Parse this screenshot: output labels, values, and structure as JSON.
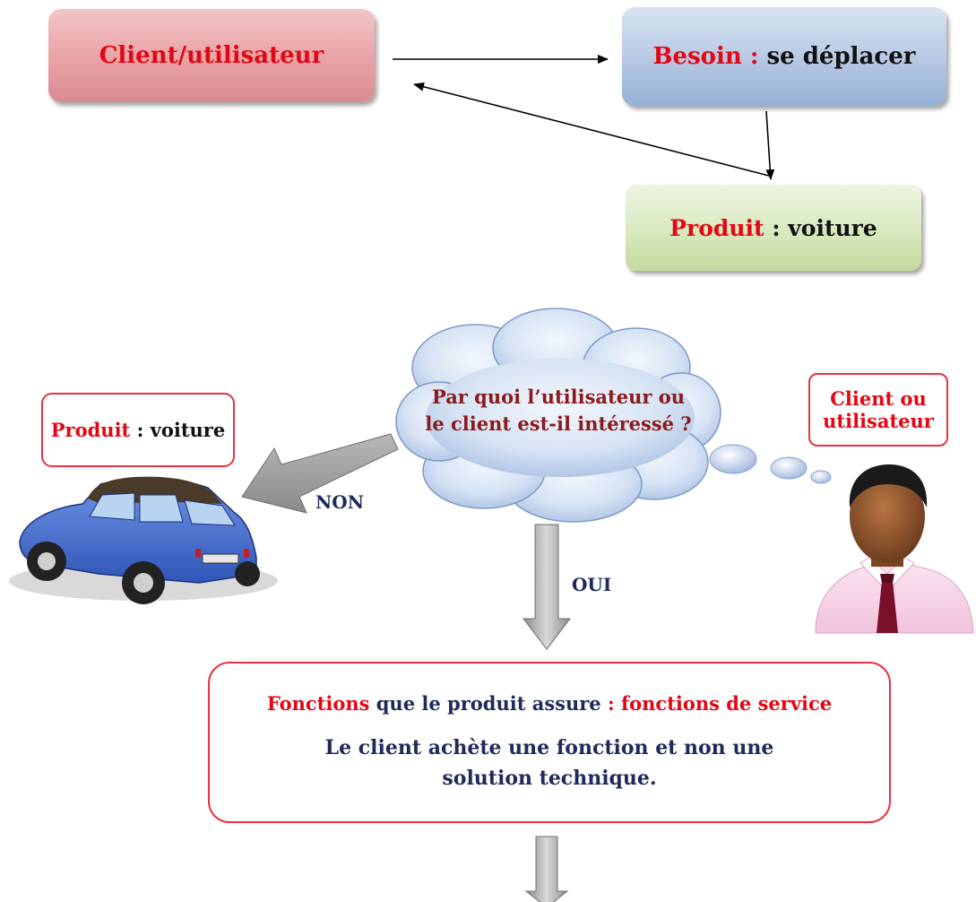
{
  "top": {
    "client_label": "Client/utilisateur",
    "besoin_key": "Besoin :",
    "besoin_value": " se déplacer",
    "produit_key": "Produit",
    "produit_value": " : voiture"
  },
  "middle": {
    "cloud_line1": "Par quoi l’utilisateur ou",
    "cloud_line2": "le client est-il intéressé ?",
    "produit_key": "Produit",
    "produit_value": " : voiture",
    "client_line1": "Client ou",
    "client_line2": "utilisateur",
    "non_label": "NON",
    "oui_label": "OUI"
  },
  "bottom": {
    "fonctions_key": "Fonctions",
    "fonctions_mid": " que le produit assure ",
    "fonctions_value": ": fonctions de service",
    "statement": "Le client achète une fonction et non une solution technique."
  },
  "colors": {
    "accent_red": "#e30613",
    "navy": "#1f2a5a",
    "maroon": "#8b1a1a"
  },
  "icons": [
    "car-illustration",
    "person-illustration",
    "thought-cloud",
    "gray-arrow"
  ]
}
